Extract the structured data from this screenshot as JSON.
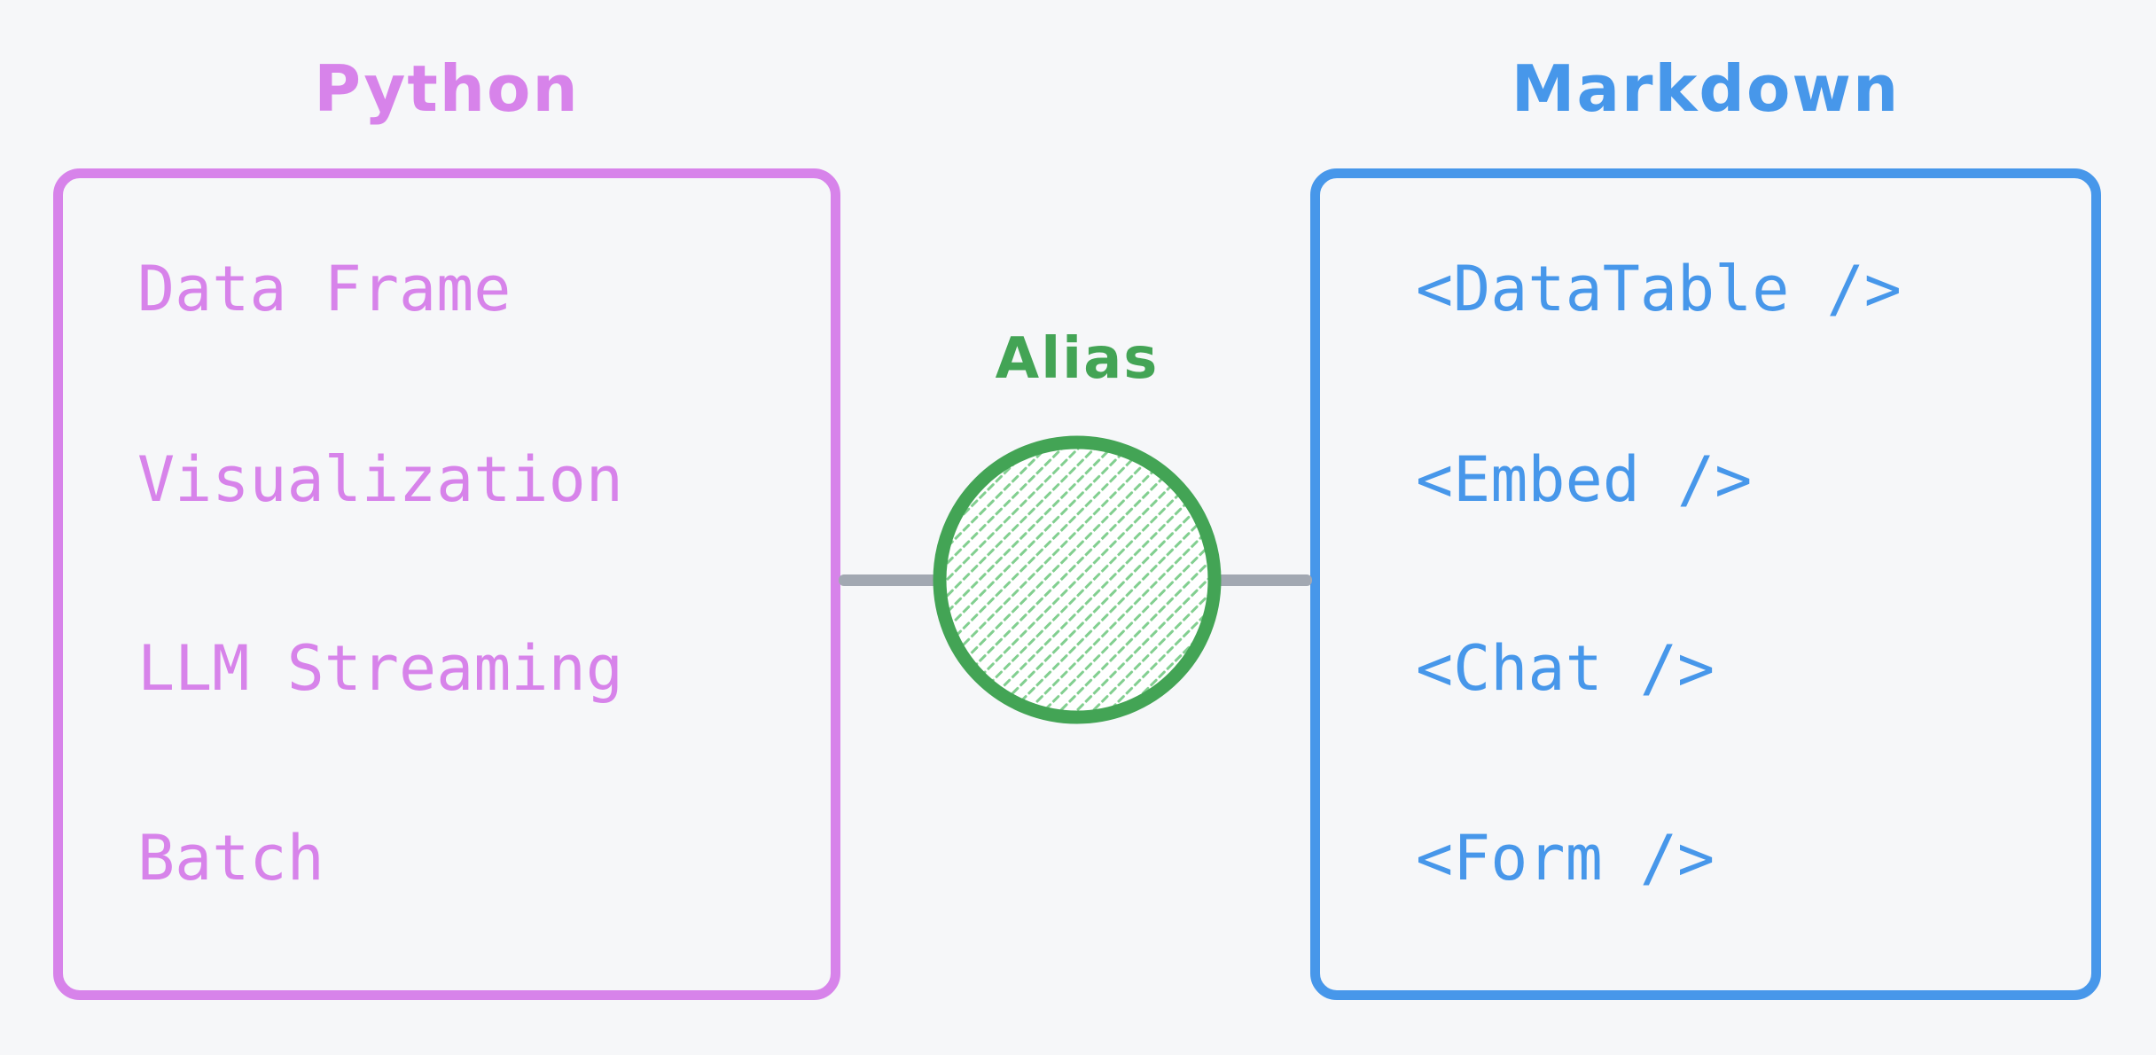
{
  "colors": {
    "background": "#f6f7f9",
    "purple": "#d783ea",
    "blue": "#4797ea",
    "green": "#43a455",
    "hatch_green": "#82cf90",
    "connector_gray": "#a2a8b2",
    "circle_fill": "#ffffff"
  },
  "left_box": {
    "title": "Python",
    "items": [
      "Data Frame",
      "Visualization",
      "LLM Streaming",
      "Batch"
    ]
  },
  "center": {
    "label": "Alias"
  },
  "right_box": {
    "title": "Markdown",
    "items": [
      "<DataTable />",
      "<Embed />",
      "<Chat />",
      "<Form />"
    ]
  }
}
